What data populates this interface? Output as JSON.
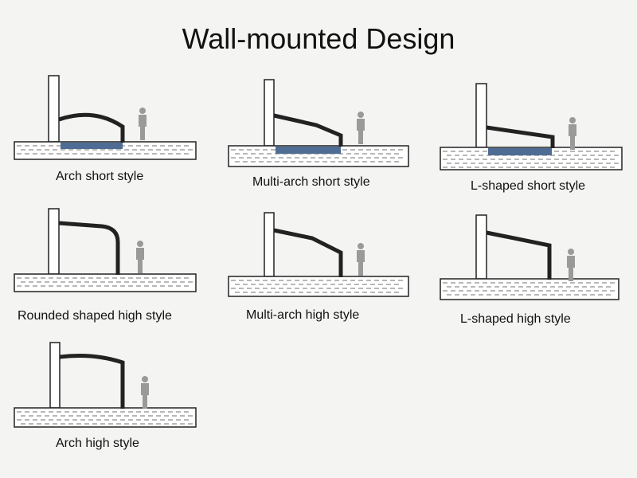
{
  "title": "Wall-mounted Design",
  "colors": {
    "frame": "#222222",
    "wall": "#ffffff",
    "ground_fill": "#ffffff",
    "brick": "#888888",
    "water": "#4f6d94",
    "person": "#9a9a9a",
    "background": "#f4f4f2"
  },
  "styles": [
    {
      "label": "Arch short style"
    },
    {
      "label": "Multi-arch short style"
    },
    {
      "label": "L-shaped short style"
    },
    {
      "label": "Rounded shaped high style"
    },
    {
      "label": "Multi-arch high style"
    },
    {
      "label": "L-shaped high style"
    },
    {
      "label": "Arch high style"
    }
  ]
}
